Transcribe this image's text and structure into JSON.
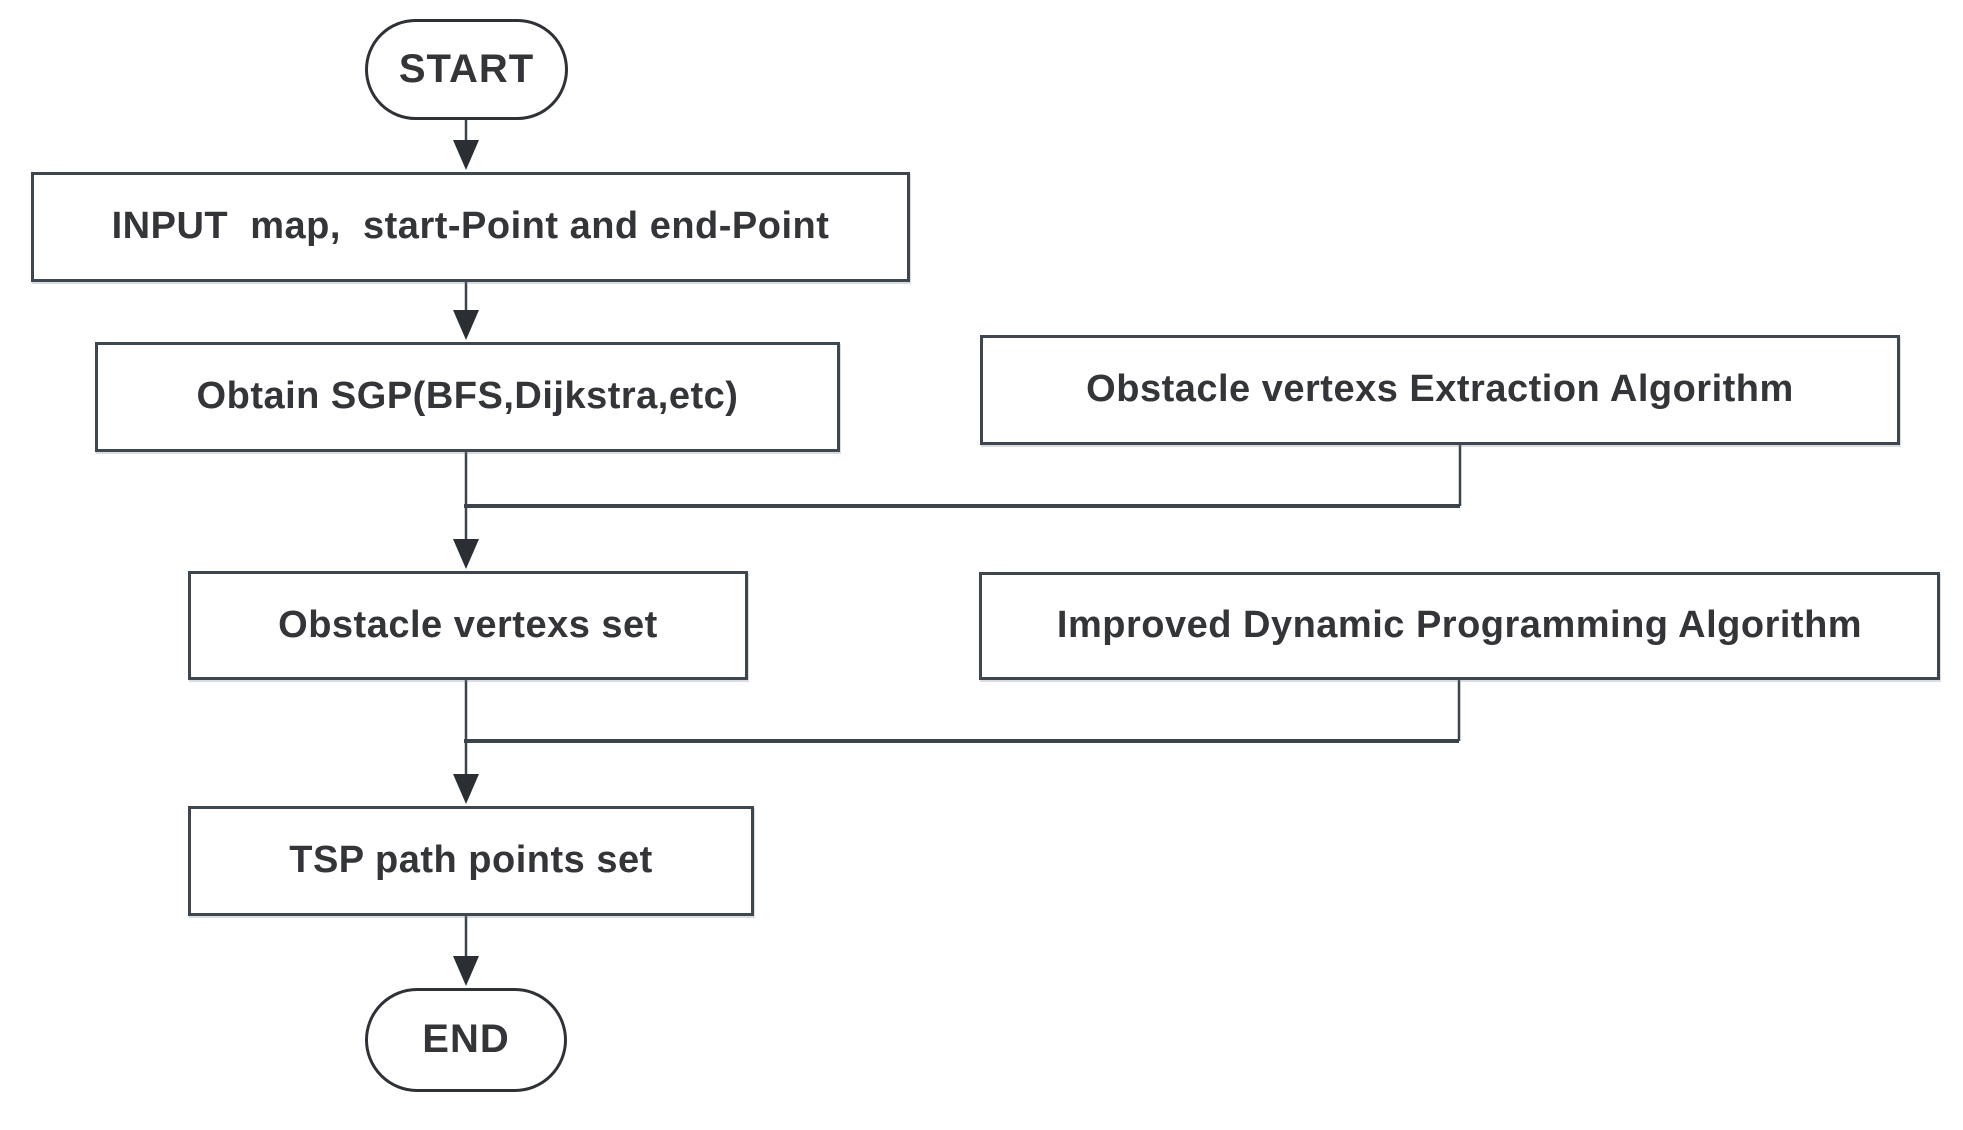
{
  "theme": {
    "bg": "#ffffff",
    "box-fill": "#ffffff",
    "box-border": "#3e4650",
    "terminator-border": "#2e3237",
    "line": "#3d434b",
    "arrow": "#2b2e33",
    "text": "#333538"
  },
  "diagram": {
    "type": "flowchart",
    "nodes": {
      "start": {
        "label": "START",
        "shape": "terminator"
      },
      "input": {
        "label": "INPUT  map,  start-Point and end-Point",
        "shape": "process"
      },
      "obtain_sgp": {
        "label": "Obtain SGP(BFS,Dijkstra,etc)",
        "shape": "process"
      },
      "extraction": {
        "label": "Obstacle vertexs Extraction Algorithm",
        "shape": "process"
      },
      "obstacle_set": {
        "label": "Obstacle vertexs set",
        "shape": "process"
      },
      "improved_dp": {
        "label": "Improved Dynamic Programming Algorithm",
        "shape": "process"
      },
      "tsp": {
        "label": "TSP path points set",
        "shape": "process"
      },
      "end": {
        "label": "END",
        "shape": "terminator"
      }
    },
    "edges": [
      {
        "from": "start",
        "to": "input",
        "arrow": true
      },
      {
        "from": "input",
        "to": "obtain_sgp",
        "arrow": true
      },
      {
        "from": "obtain_sgp",
        "to": "obstacle_set",
        "arrow": true
      },
      {
        "from": "extraction",
        "to": "obstacle_set",
        "arrow": false
      },
      {
        "from": "obstacle_set",
        "to": "tsp",
        "arrow": true
      },
      {
        "from": "improved_dp",
        "to": "tsp",
        "arrow": false
      },
      {
        "from": "tsp",
        "to": "end",
        "arrow": true
      }
    ]
  }
}
